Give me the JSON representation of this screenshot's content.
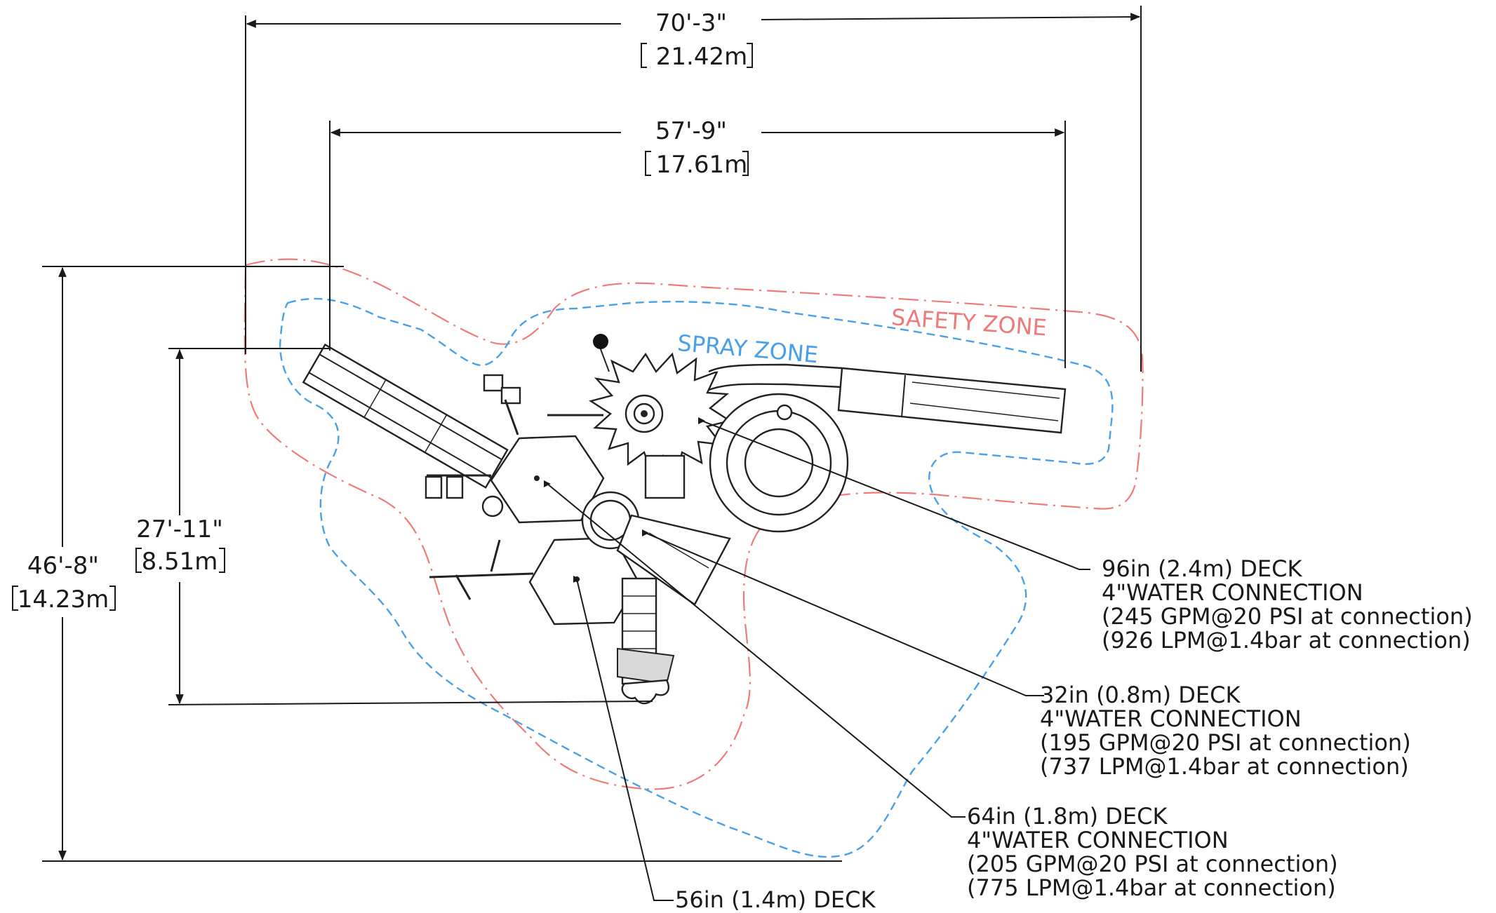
{
  "dimensions": {
    "overall_width": {
      "imperial": "70'-3\"",
      "metric": "21.42m"
    },
    "structure_width": {
      "imperial": "57'-9\"",
      "metric": "17.61m"
    },
    "overall_depth": {
      "imperial": "46'-8\"",
      "metric": "14.23m"
    },
    "structure_depth": {
      "imperial": "27'-11\"",
      "metric": "8.51m"
    }
  },
  "zones": {
    "safety": {
      "label": "SAFETY ZONE",
      "color": "#ee7b7b"
    },
    "spray": {
      "label": "SPRAY ZONE",
      "color": "#4aa0e8"
    }
  },
  "callouts": [
    {
      "deck": "96in (2.4m) DECK",
      "connection": "4\"WATER CONNECTION",
      "gpm": "(245  GPM@20 PSI at connection)",
      "lpm": "(926 LPM@1.4bar at connection)"
    },
    {
      "deck": "32in (0.8m) DECK",
      "connection": "4\"WATER CONNECTION",
      "gpm": "(195 GPM@20 PSI at connection)",
      "lpm": "(737 LPM@1.4bar at connection)"
    },
    {
      "deck": "64in (1.8m) DECK",
      "connection": "4\"WATER CONNECTION",
      "gpm": "(205  GPM@20 PSI at connection)",
      "lpm": "(775 LPM@1.4bar at connection)"
    },
    {
      "deck": "56in (1.4m) DECK"
    }
  ],
  "colors": {
    "line": "#1a1a1a",
    "safety": "#ee7b7b",
    "spray": "#4aa0e8"
  }
}
